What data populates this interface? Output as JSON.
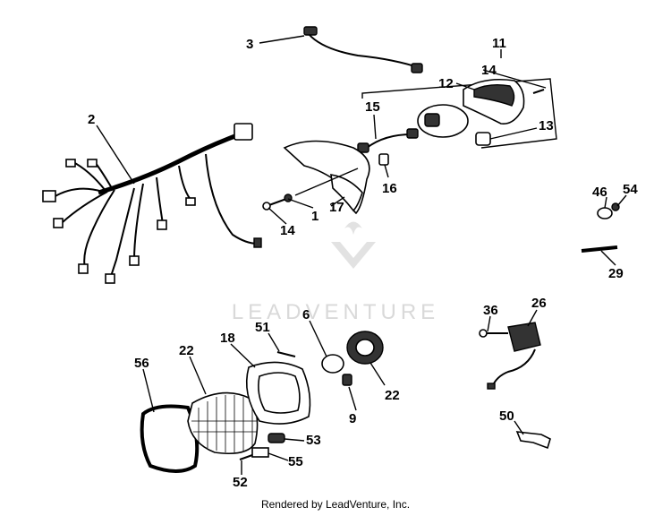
{
  "watermark": "LEADVENTURE",
  "footer": "Rendered by LeadVenture, Inc.",
  "callouts": {
    "c1": "1",
    "c2": "2",
    "c3": "3",
    "c6": "6",
    "c9": "9",
    "c11": "11",
    "c12": "12",
    "c13": "13",
    "c14a": "14",
    "c14b": "14",
    "c15": "15",
    "c16": "16",
    "c17": "17",
    "c18": "18",
    "c22a": "22",
    "c22b": "22",
    "c26": "26",
    "c29": "29",
    "c36": "36",
    "c46": "46",
    "c50": "50",
    "c51": "51",
    "c52": "52",
    "c53": "53",
    "c54": "54",
    "c55": "55",
    "c56": "56"
  }
}
